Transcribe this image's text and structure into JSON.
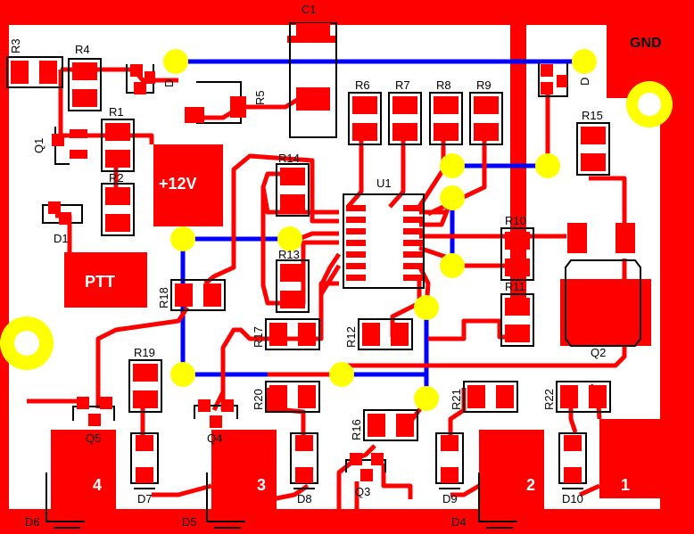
{
  "labels": {
    "c1": "C1",
    "r3": "R3",
    "r4": "R4",
    "d_top": "D",
    "r5": "R5",
    "r6": "R6",
    "r7": "R7",
    "r8": "R8",
    "r9": "R9",
    "d_top_right": "D",
    "gnd": "GND",
    "r1": "R1",
    "q1": "Q1",
    "r2": "R2",
    "d1": "D1",
    "r15": "R15",
    "r14": "R14",
    "u1": "U1",
    "r10": "R10",
    "r13": "R13",
    "r11": "R11",
    "r18": "R18",
    "q2": "Q2",
    "r17": "R17",
    "r12": "R12",
    "r19": "R19",
    "r20": "R20",
    "r21": "R21",
    "r22": "R22",
    "r16": "R16",
    "q5": "Q5",
    "q4": "Q4",
    "q3": "Q3",
    "d7": "D7",
    "d8": "D8",
    "d9": "D9",
    "d10": "D10",
    "d6": "D6",
    "d5": "D5",
    "d4": "D4",
    "plus": "+",
    "v12": "+12V",
    "ptt": "PTT",
    "out4": "4",
    "out3": "3",
    "out2": "2",
    "out1": "1"
  },
  "colors": {
    "copper": "#ff0000",
    "background": "#ffffff",
    "bottom_trace": "#0000ff",
    "via": "#ffff00",
    "outline": "#000000",
    "text_on_copper": "#ffffff"
  }
}
